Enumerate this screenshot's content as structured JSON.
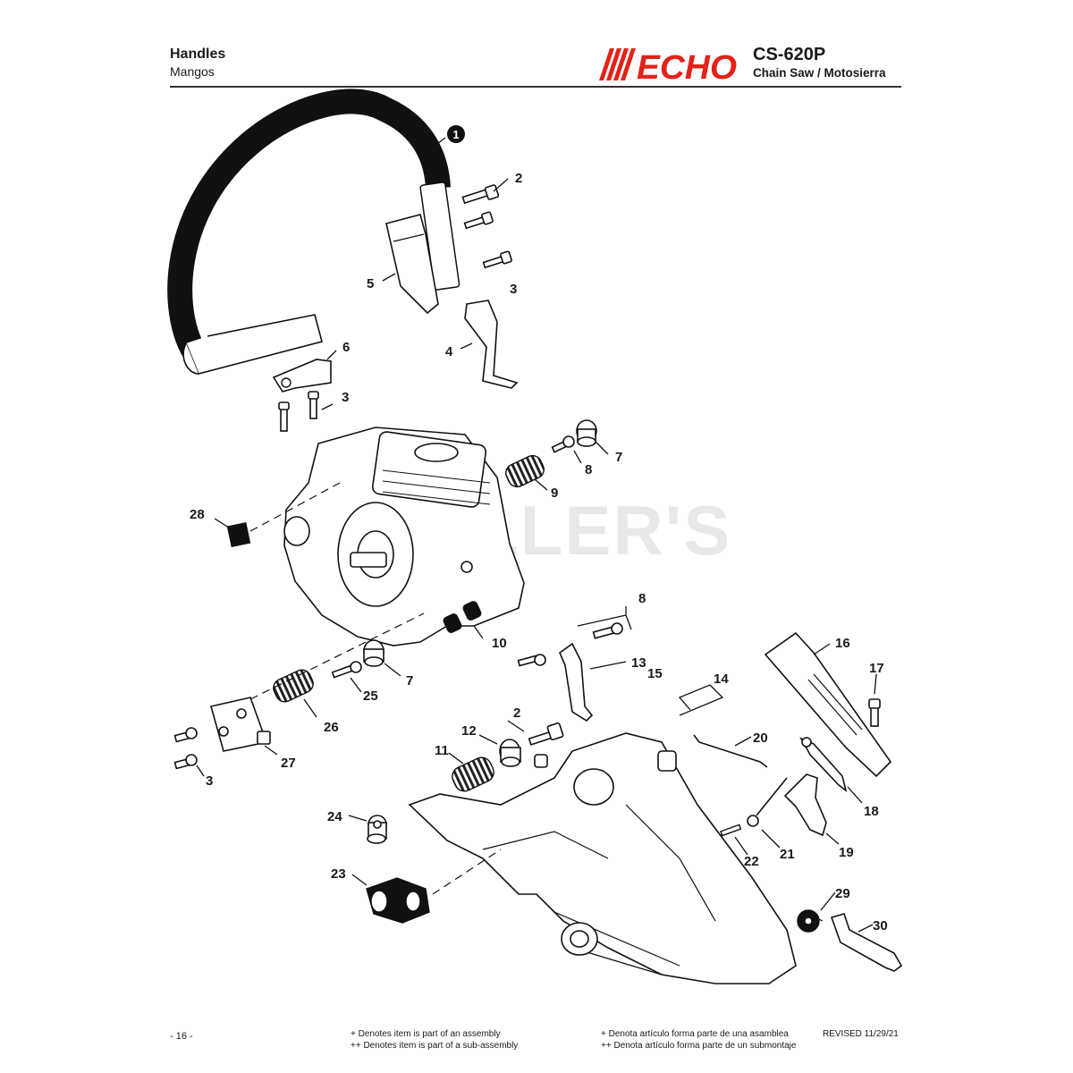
{
  "header": {
    "title": "Handles",
    "subtitle": "Mangos",
    "brand": "ECHO",
    "model": "CS-620P",
    "product": "Chain Saw / Motosierra",
    "brand_color": "#e2231a"
  },
  "watermark": "CHILLER'S",
  "callouts": [
    {
      "id": "c1",
      "label": "1",
      "circled": true
    },
    {
      "id": "c2a",
      "label": "2"
    },
    {
      "id": "c3a",
      "label": "3"
    },
    {
      "id": "c5",
      "label": "5"
    },
    {
      "id": "c4",
      "label": "4"
    },
    {
      "id": "c6",
      "label": "6"
    },
    {
      "id": "c3b",
      "label": "3"
    },
    {
      "id": "c7a",
      "label": "7"
    },
    {
      "id": "c8a",
      "label": "8"
    },
    {
      "id": "c9",
      "label": "9"
    },
    {
      "id": "c28",
      "label": "28"
    },
    {
      "id": "c8b",
      "label": "8"
    },
    {
      "id": "c10",
      "label": "10"
    },
    {
      "id": "c13",
      "label": "13"
    },
    {
      "id": "c7b",
      "label": "7"
    },
    {
      "id": "c25",
      "label": "25"
    },
    {
      "id": "c16",
      "label": "16"
    },
    {
      "id": "c17",
      "label": "17"
    },
    {
      "id": "c14",
      "label": "14"
    },
    {
      "id": "c15",
      "label": "15"
    },
    {
      "id": "c26",
      "label": "26"
    },
    {
      "id": "c2b",
      "label": "2"
    },
    {
      "id": "c12",
      "label": "12"
    },
    {
      "id": "c11",
      "label": "11"
    },
    {
      "id": "c27",
      "label": "27"
    },
    {
      "id": "c3c",
      "label": "3"
    },
    {
      "id": "c20",
      "label": "20"
    },
    {
      "id": "c18",
      "label": "18"
    },
    {
      "id": "c24",
      "label": "24"
    },
    {
      "id": "c21",
      "label": "21"
    },
    {
      "id": "c22",
      "label": "22"
    },
    {
      "id": "c19",
      "label": "19"
    },
    {
      "id": "c23",
      "label": "23"
    },
    {
      "id": "c29",
      "label": "29"
    },
    {
      "id": "c30",
      "label": "30"
    }
  ],
  "footer": {
    "page": "- 16 -",
    "note_assembly_en": "+ Denotes item is part of an assembly",
    "note_subassembly_en": "++ Denotes item is part of a sub-assembly",
    "note_assembly_es": "+ Denota artículo forma parte de una asamblea",
    "note_subassembly_es": "++ Denota artículo forma parte de un submontaje",
    "revised": "REVISED 11/29/21"
  }
}
